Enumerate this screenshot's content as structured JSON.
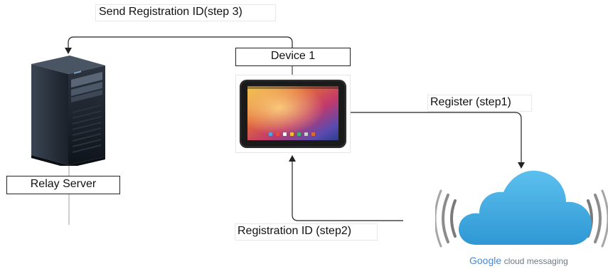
{
  "labels": {
    "step3": "Send Registration ID(step 3)",
    "device": "Device 1",
    "relay_server": "Relay Server",
    "step1": "Register (step1)",
    "step2": "Registration ID (step2)"
  },
  "logo": {
    "google": "Google",
    "product": "cloud messaging"
  },
  "icons": {
    "server": "server-tower-icon",
    "tablet": "tablet-icon",
    "cloud": "cloud-icon"
  },
  "colors": {
    "cloud": "#3aa6dd",
    "server": "#1b2430",
    "line": "#222222"
  }
}
